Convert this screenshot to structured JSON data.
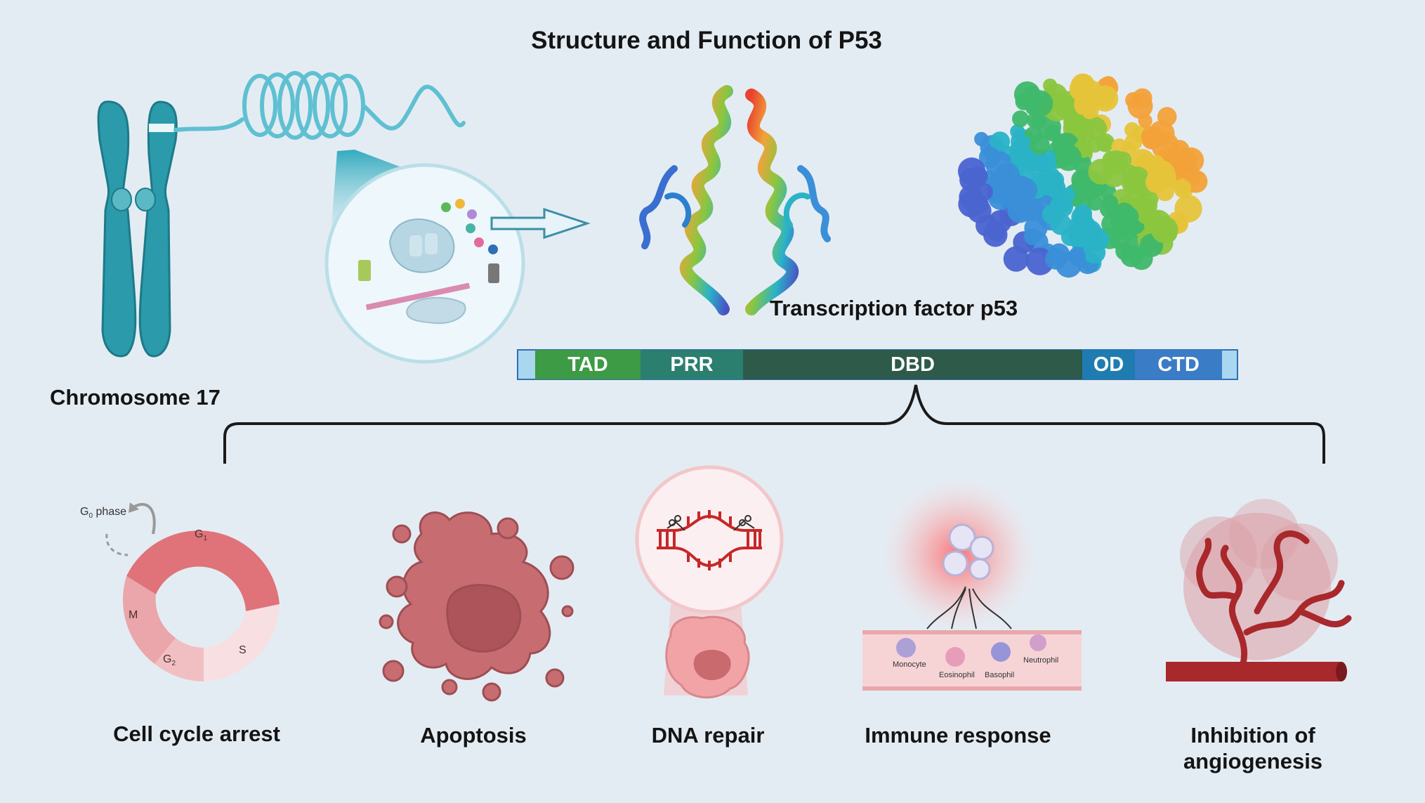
{
  "title": "Structure and Function of P53",
  "chromosome_label": "Chromosome 17",
  "transcription_factor_label": "Transcription factor p53",
  "domains": [
    {
      "label": "TAD",
      "color": "#3d9a45"
    },
    {
      "label": "PRR",
      "color": "#2a7f6f"
    },
    {
      "label": "DBD",
      "color": "#2d5a49"
    },
    {
      "label": "OD",
      "color": "#1e7cb0"
    },
    {
      "label": "CTD",
      "color": "#3a7cc6"
    }
  ],
  "cell_cycle": {
    "g0": "G",
    "g0_sub": "0",
    "g0_suffix": " phase",
    "g1": "G",
    "g1_sub": "1",
    "s": "S",
    "g2": "G",
    "g2_sub": "2",
    "m": "M"
  },
  "immune_cells": [
    "Monocyte",
    "Eosinophil",
    "Basophil",
    "Neutrophil"
  ],
  "functions": [
    "Cell cycle arrest",
    "Apoptosis",
    "DNA repair",
    "Immune response",
    "Inhibition of angiogenesis"
  ],
  "colors": {
    "background": "#e4ecf3",
    "chromosome": "#2b9aaa",
    "apoptosis": "#c76d72",
    "vessel": "#a8282c",
    "bracket": "#1a1a1a"
  },
  "icons": [
    "chromosome-icon",
    "dna-coil-icon",
    "translation-magnifier-icon",
    "arrow-right-icon",
    "protein-ribbon-icon",
    "protein-surface-icon",
    "cell-cycle-icon",
    "apoptotic-cell-icon",
    "dna-repair-icon",
    "immune-response-icon",
    "angiogenesis-icon"
  ]
}
